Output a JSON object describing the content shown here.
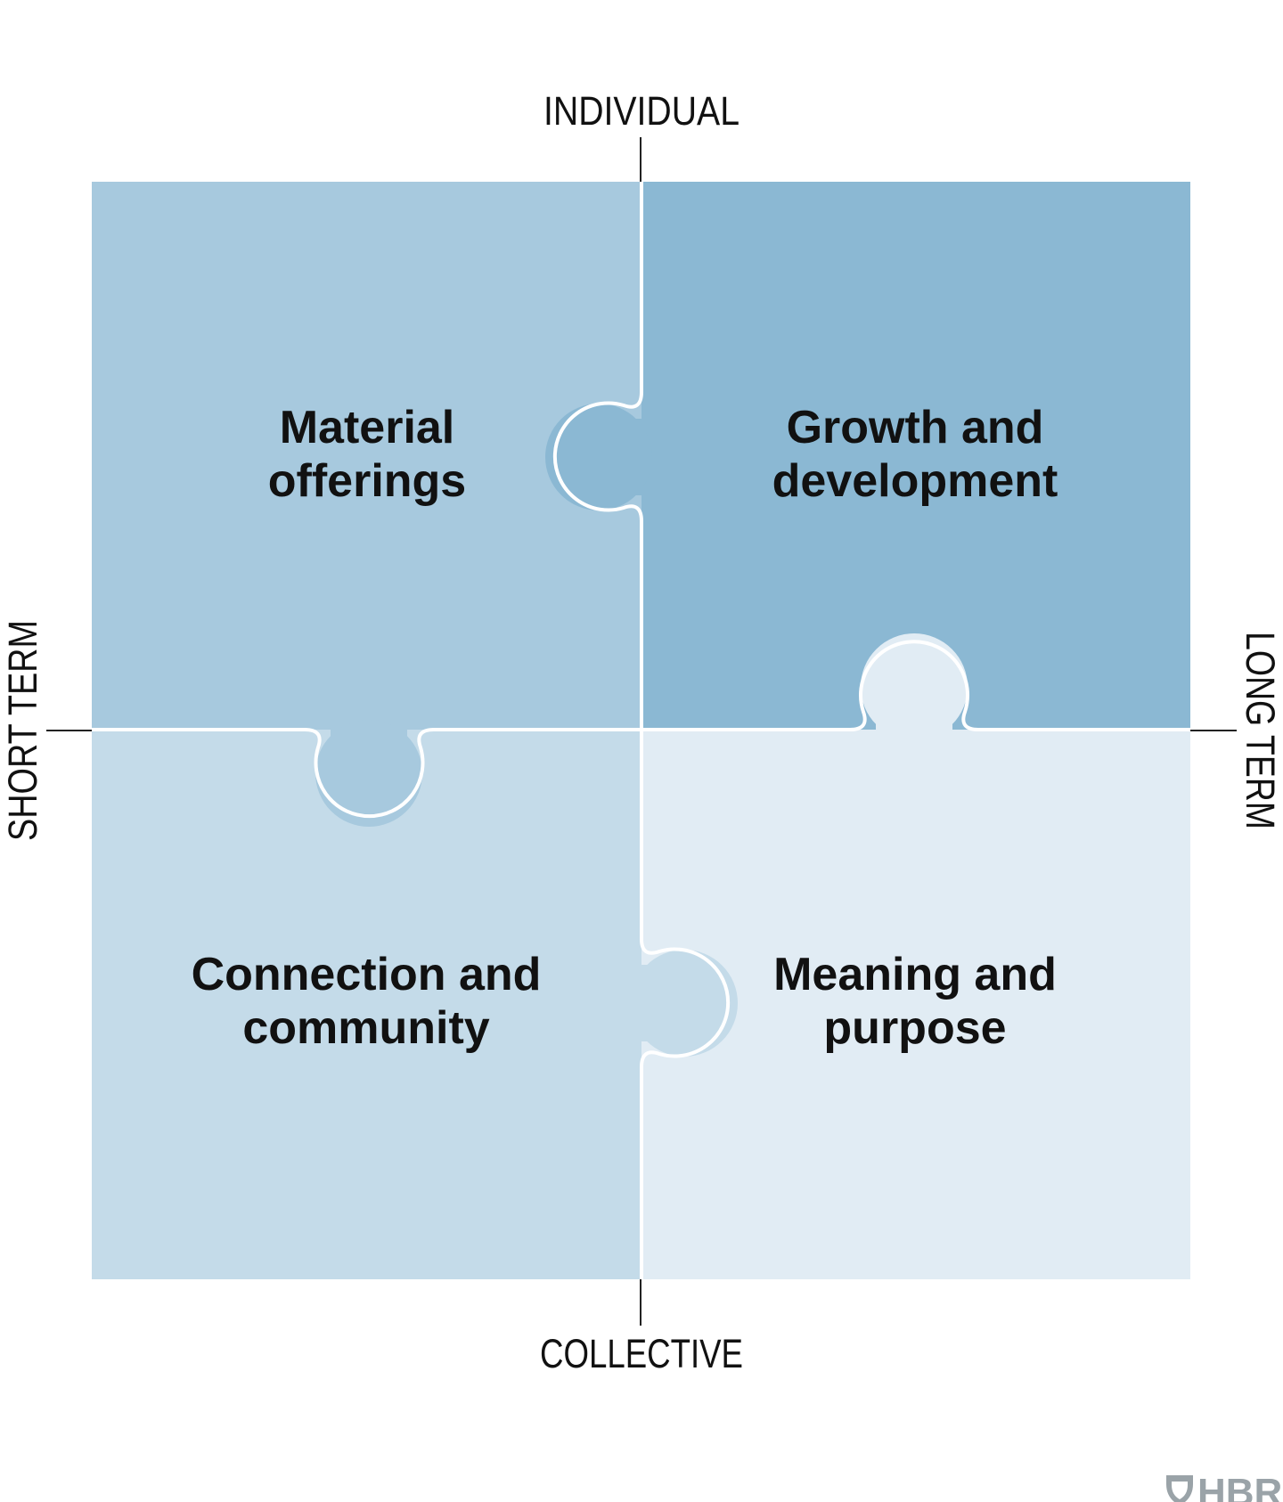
{
  "axes": {
    "top": "INDIVIDUAL",
    "bottom": "COLLECTIVE",
    "left": "SHORT TERM",
    "right": "LONG TERM"
  },
  "quadrants": [
    {
      "id": "top-left",
      "lines": [
        "Material",
        "offerings"
      ],
      "color": "#a7c9de"
    },
    {
      "id": "top-right",
      "lines": [
        "Growth and",
        "development"
      ],
      "color": "#8bb8d3"
    },
    {
      "id": "bottom-left",
      "lines": [
        "Connection and",
        "community"
      ],
      "color": "#c4dbe9"
    },
    {
      "id": "bottom-right",
      "lines": [
        "Meaning and",
        "purpose"
      ],
      "color": "#e1ecf4"
    }
  ],
  "branding": {
    "logo_text": "HBR",
    "logo_icon": "shield-icon",
    "logo_color": "#9aa3a8"
  },
  "colors": {
    "divider": "#ffffff",
    "axis_tick": "#222222"
  }
}
